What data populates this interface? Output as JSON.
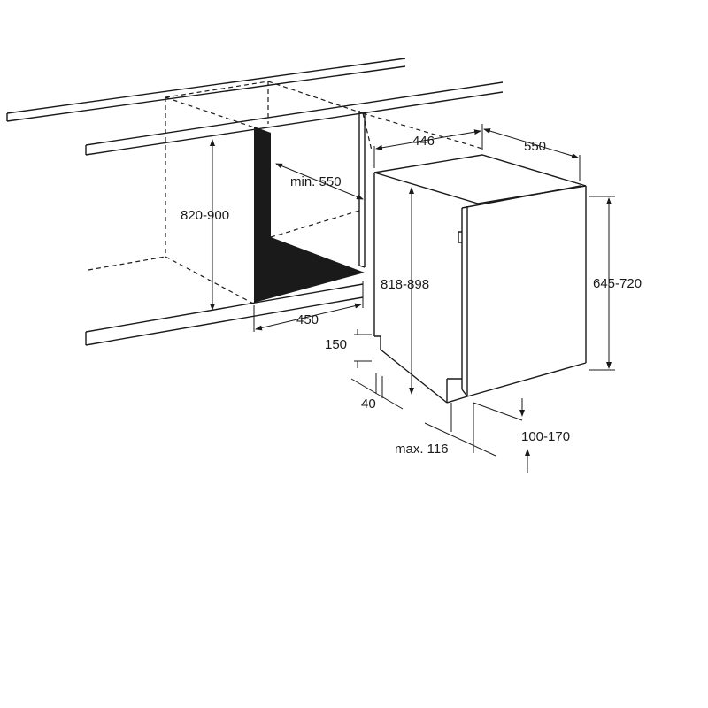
{
  "dimensions": {
    "d_446": "446",
    "d_550": "550",
    "d_min550": "min. 550",
    "d_820_900": "820-900",
    "d_818_898": "818-898",
    "d_645_720": "645-720",
    "d_450": "450",
    "d_150": "150",
    "d_40": "40",
    "d_100_170": "100-170",
    "d_max116": "max. 116"
  },
  "colors": {
    "line": "#1a1a1a",
    "background": "#ffffff"
  }
}
